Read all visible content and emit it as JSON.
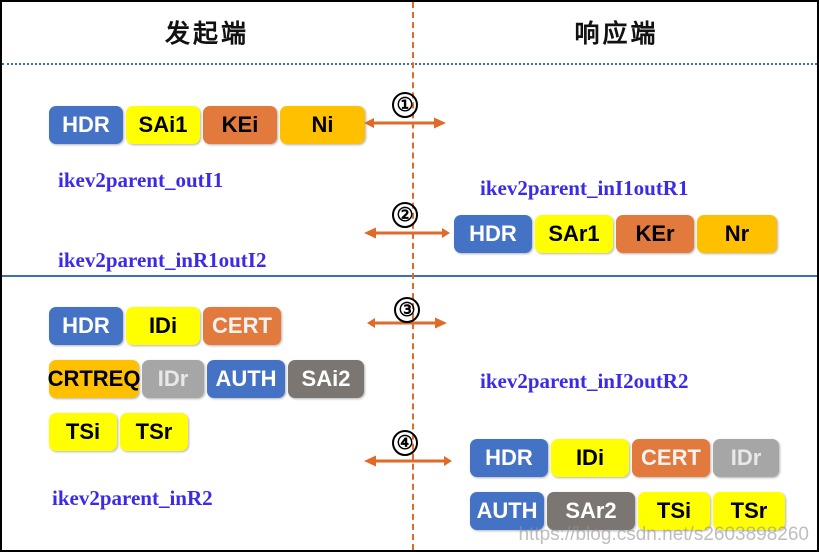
{
  "headers": {
    "initiator": "发起端",
    "responder": "响应端"
  },
  "colors": {
    "hdr_blue": "#4472C4",
    "yellow": "#FFFF00",
    "orange": "#E2793D",
    "amber": "#FFC000",
    "gray_light": "#A6A6A6",
    "gray_dark": "#7B7671",
    "arrow_orange": "#E06A28",
    "label_blue": "#3B2BE8",
    "divider_blue": "#3A6FB5"
  },
  "messages": [
    {
      "step": "①",
      "direction": "right",
      "side": "initiator",
      "rows": [
        [
          {
            "label": "HDR",
            "style": "c-blue",
            "width": 74
          },
          {
            "label": "SAi1",
            "style": "c-yellow",
            "width": 74
          },
          {
            "label": "KEi",
            "style": "c-orange",
            "width": 74
          },
          {
            "label": "Ni",
            "style": "c-amber",
            "width": 85
          }
        ]
      ]
    },
    {
      "step": "②",
      "direction": "left",
      "side": "responder",
      "rows": [
        [
          {
            "label": "HDR",
            "style": "c-blue",
            "width": 78
          },
          {
            "label": "SAr1",
            "style": "c-yellow",
            "width": 78
          },
          {
            "label": "KEr",
            "style": "c-orange",
            "width": 78
          },
          {
            "label": "Nr",
            "style": "c-amber",
            "width": 80
          }
        ]
      ]
    },
    {
      "step": "③",
      "direction": "right",
      "side": "initiator",
      "rows": [
        [
          {
            "label": "HDR",
            "style": "c-blue",
            "width": 74
          },
          {
            "label": "IDi",
            "style": "c-yellow",
            "width": 74
          },
          {
            "label": "CERT",
            "style": "c-orange-w",
            "width": 78
          }
        ],
        [
          {
            "label": "CRTREQ",
            "style": "c-amber",
            "width": 90
          },
          {
            "label": "IDr",
            "style": "c-gray-l",
            "width": 62
          },
          {
            "label": "AUTH",
            "style": "c-blue",
            "width": 78
          },
          {
            "label": "SAi2",
            "style": "c-gray-d",
            "width": 76
          }
        ],
        [
          {
            "label": "TSi",
            "style": "c-yellow",
            "width": 68
          },
          {
            "label": "TSr",
            "style": "c-yellow",
            "width": 68
          }
        ]
      ]
    },
    {
      "step": "④",
      "direction": "left",
      "side": "responder",
      "rows": [
        [
          {
            "label": "HDR",
            "style": "c-blue",
            "width": 78
          },
          {
            "label": "IDi",
            "style": "c-yellow",
            "width": 78
          },
          {
            "label": "CERT",
            "style": "c-orange-w",
            "width": 78
          },
          {
            "label": "IDr",
            "style": "c-gray-l",
            "width": 66
          }
        ],
        [
          {
            "label": "AUTH",
            "style": "c-blue",
            "width": 74
          },
          {
            "label": "SAr2",
            "style": "c-gray-d",
            "width": 88
          },
          {
            "label": "TSi",
            "style": "c-yellow",
            "width": 72
          },
          {
            "label": "TSr",
            "style": "c-yellow",
            "width": 72
          }
        ]
      ]
    }
  ],
  "function_labels": {
    "out_i1": "ikev2parent_outI1",
    "in_i1_out_r1": "ikev2parent_inI1outR1",
    "in_r1_out_i2": "ikev2parent_inR1outI2",
    "in_i2_out_r2": "ikev2parent_inI2outR2",
    "in_r2": "ikev2parent_inR2"
  },
  "steps": {
    "one": "①",
    "two": "②",
    "three": "③",
    "four": "④"
  },
  "watermark": "https://blog.csdn.net/s2603898260"
}
